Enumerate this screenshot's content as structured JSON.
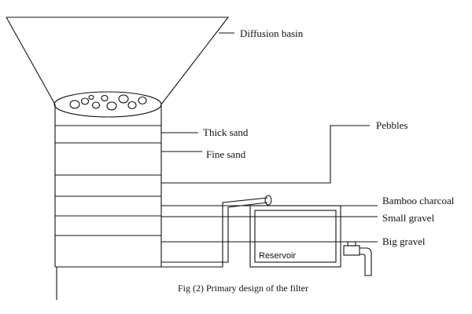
{
  "labels": {
    "diffusion_basin": "Diffusion basin",
    "thick_sand": "Thick sand",
    "fine_sand": "Fine sand",
    "pebbles": "Pebbles",
    "bamboo_charcoal": "Bamboo charcoal",
    "small_gravel": "Small gravel",
    "big_gravel": "Big gravel",
    "reservoir": "Reservoir"
  },
  "caption": "Fig (2) Primary design of the filter"
}
